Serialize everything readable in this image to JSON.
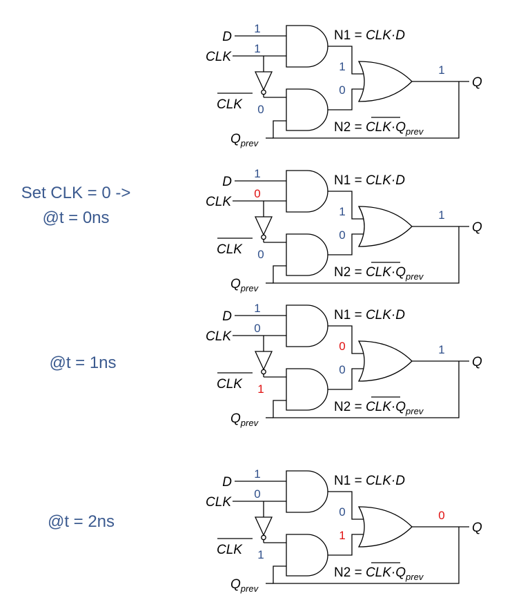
{
  "colors": {
    "normal": "#2f4f8a",
    "changed": "#e01010",
    "wire": "#000000"
  },
  "labels": {
    "d": "D",
    "clk": "CLK",
    "clk_bar": "CLK",
    "q": "Q",
    "qprev_main": "Q",
    "qprev_sub": "prev",
    "n1_prefix": "N1 =",
    "n1_expr": "CLK·D",
    "n2_prefix": "N2 =",
    "n2_clk": "CLK",
    "n2_dot": "·Q",
    "n2_sub": "prev"
  },
  "steps": [
    {
      "label_lines": [],
      "values": {
        "d": {
          "v": "1",
          "changed": false
        },
        "clk": {
          "v": "1",
          "changed": false
        },
        "clkbar": {
          "v": "0",
          "changed": false
        },
        "n1": {
          "v": "1",
          "changed": false
        },
        "n2": {
          "v": "0",
          "changed": false
        },
        "q": {
          "v": "1",
          "changed": false
        }
      }
    },
    {
      "label_lines": [
        "Set CLK = 0 ->",
        "@t = 0ns"
      ],
      "values": {
        "d": {
          "v": "1",
          "changed": false
        },
        "clk": {
          "v": "0",
          "changed": true
        },
        "clkbar": {
          "v": "0",
          "changed": false
        },
        "n1": {
          "v": "1",
          "changed": false
        },
        "n2": {
          "v": "0",
          "changed": false
        },
        "q": {
          "v": "1",
          "changed": false
        }
      }
    },
    {
      "label_lines": [
        "@t = 1ns"
      ],
      "values": {
        "d": {
          "v": "1",
          "changed": false
        },
        "clk": {
          "v": "0",
          "changed": false
        },
        "clkbar": {
          "v": "1",
          "changed": true
        },
        "n1": {
          "v": "0",
          "changed": true
        },
        "n2": {
          "v": "0",
          "changed": false
        },
        "q": {
          "v": "1",
          "changed": false
        }
      }
    },
    {
      "label_lines": [
        "@t = 2ns"
      ],
      "values": {
        "d": {
          "v": "1",
          "changed": false
        },
        "clk": {
          "v": "0",
          "changed": false
        },
        "clkbar": {
          "v": "1",
          "changed": false
        },
        "n1": {
          "v": "0",
          "changed": false
        },
        "n2": {
          "v": "1",
          "changed": true
        },
        "q": {
          "v": "0",
          "changed": true
        }
      }
    }
  ]
}
